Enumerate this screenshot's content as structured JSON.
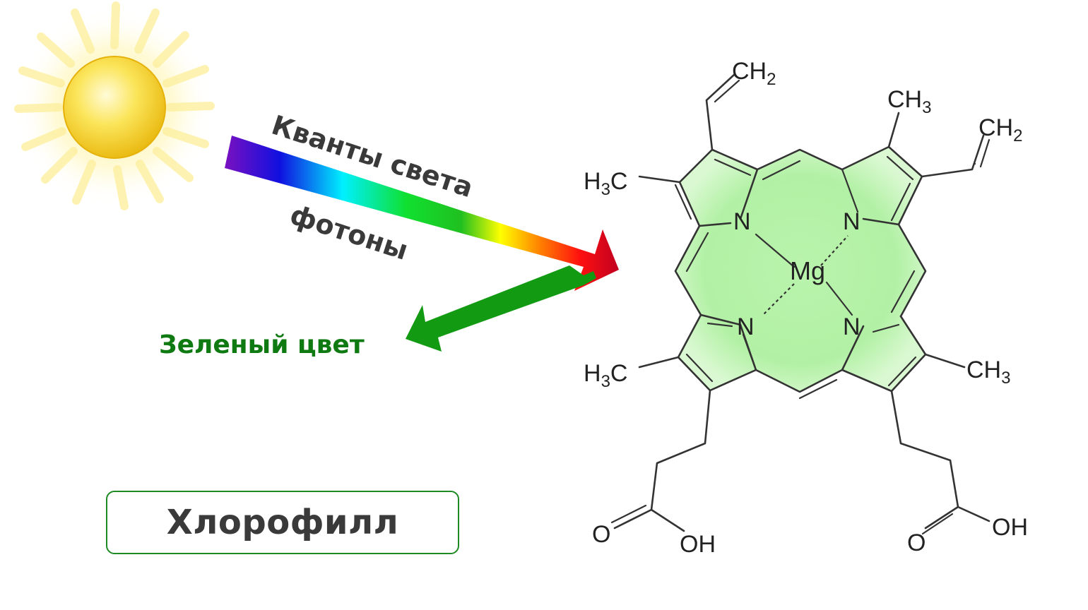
{
  "labels": {
    "light_quanta": "Кванты света",
    "photons": "фотоны",
    "green_color": "Зеленый цвет",
    "title": "Хлорофилл"
  },
  "molecule": {
    "center_atom": "Mg",
    "nitrogen": "N",
    "vinyl_group": "CH",
    "methyl_group": "CH",
    "methyl_group_left": "H",
    "methyl_group_left_c": "C",
    "subscript_2": "2",
    "subscript_3": "3",
    "carbonyl_o": "O",
    "hydroxyl": "OH"
  },
  "colors": {
    "sun": "#f5d320",
    "green_arrow": "#129a12",
    "molecule_fill": "#aef0a0",
    "title_border": "#1e8a24",
    "title_text": "#3a3a3a",
    "green_label": "#0f7a12"
  },
  "icons": {
    "sun": "sun-icon",
    "spectrum_arrow": "spectrum-arrow",
    "reflected_arrow": "green-arrow"
  }
}
